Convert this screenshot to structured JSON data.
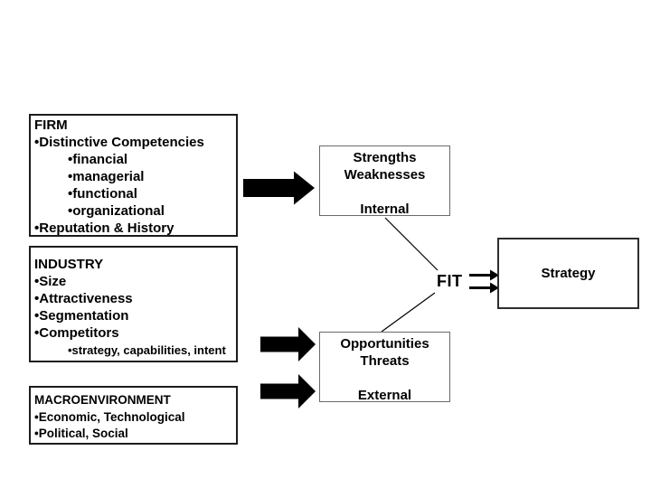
{
  "colors": {
    "background": "#ffffff",
    "text": "#000000",
    "source_box_border": "#1c1c1c",
    "swot_box_border": "#6a6a6a",
    "strategy_box_border": "#2e2e2e",
    "arrow_fill": "#000000"
  },
  "firm_box": {
    "title": "FIRM",
    "items": [
      "•Distinctive Competencies",
      "•financial",
      "•managerial",
      "•functional",
      "•organizational",
      "•Reputation & History"
    ]
  },
  "industry_box": {
    "title": "INDUSTRY",
    "items": [
      "•Size",
      "•Attractiveness",
      "•Segmentation",
      "•Competitors",
      "•strategy, capabilities, intent"
    ]
  },
  "macro_box": {
    "title": "MACROENVIRONMENT",
    "items": [
      "•Economic, Technological",
      "•Political, Social"
    ]
  },
  "internal_box": {
    "lines": [
      "Strengths",
      "Weaknesses",
      "Internal"
    ]
  },
  "external_box": {
    "lines": [
      "Opportunities",
      "Threats",
      "External"
    ]
  },
  "strategy_box": {
    "label": "Strategy"
  },
  "fit_label": "FIT"
}
